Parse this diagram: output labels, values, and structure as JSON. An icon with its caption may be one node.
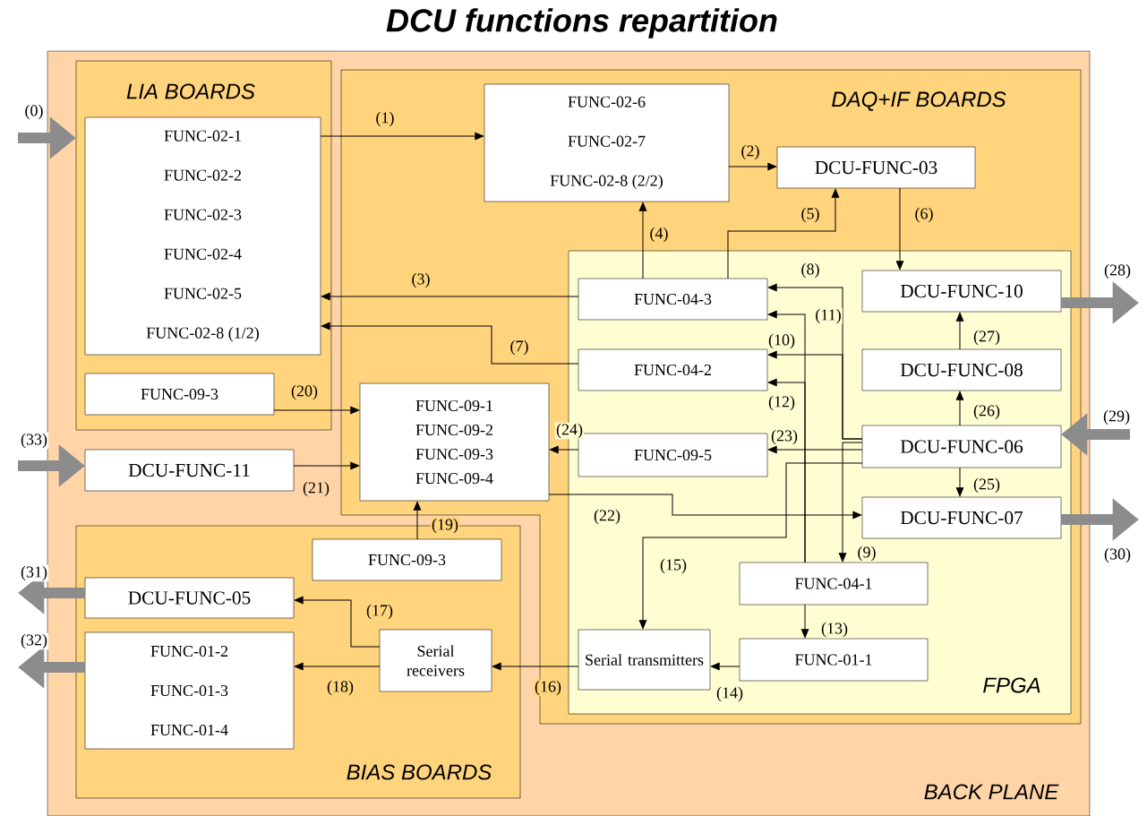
{
  "diagram": {
    "title": "DCU functions repartition",
    "nodes": [
      {
        "text": [
          "BACK PLANE"
        ]
      },
      {
        "text": [
          "LIA BOARDS"
        ],
        "in": 0
      },
      {
        "text": [
          "FUNC-02-1",
          "FUNC-02-2",
          "FUNC-02-3",
          "FUNC-02-4",
          "FUNC-02-5",
          "FUNC-02-8 (1/2)"
        ],
        "in": 1
      },
      {
        "text": [
          "FUNC-09-3"
        ],
        "in": 1
      },
      {
        "text": [
          "DAQ+IF BOARDS"
        ],
        "in": 0
      },
      {
        "text": [
          "FUNC-02-6",
          "FUNC-02-7",
          "FUNC-02-8 (2/2)"
        ],
        "in": 4
      },
      {
        "text": [
          "DCU-FUNC-03"
        ],
        "in": 4
      },
      {
        "text": [
          "FPGA"
        ],
        "in": 4
      },
      {
        "text": [
          "FUNC-04-3"
        ],
        "in": 7
      },
      {
        "text": [
          "DCU-FUNC-10"
        ],
        "in": 7
      },
      {
        "text": [
          "FUNC-04-2"
        ],
        "in": 7
      },
      {
        "text": [
          "DCU-FUNC-08"
        ],
        "in": 7
      },
      {
        "text": [
          "FUNC-09-1",
          "FUNC-09-2",
          "FUNC-09-3",
          "FUNC-09-4"
        ],
        "in": 4
      },
      {
        "text": [
          "FUNC-09-5"
        ],
        "in": 7
      },
      {
        "text": [
          "DCU-FUNC-06"
        ],
        "in": 7
      },
      {
        "text": [
          "DCU-FUNC-11"
        ],
        "in": 0
      },
      {
        "text": [
          "DCU-FUNC-07"
        ],
        "in": 7
      },
      {
        "text": [
          "BIAS BOARDS"
        ],
        "in": 0
      },
      {
        "text": [
          "FUNC-09-3"
        ],
        "in": 17
      },
      {
        "text": [
          "FUNC-04-1"
        ],
        "in": 7
      },
      {
        "text": [
          "DCU-FUNC-05"
        ],
        "in": 17
      },
      {
        "text": [
          "Serial receivers"
        ],
        "in": 17
      },
      {
        "text": [
          "FUNC-01-2",
          "FUNC-01-3",
          "FUNC-01-4"
        ],
        "in": 17
      },
      {
        "text": [
          "Serial transmitters"
        ],
        "in": 7
      },
      {
        "text": [
          "FUNC-01-1"
        ],
        "in": 7
      }
    ],
    "edges": [
      {
        "from": null,
        "to": 1,
        "arrow": "to",
        "label": "(0)",
        "style": "thick",
        "color": "#8c8c8c"
      },
      {
        "from": 2,
        "to": 5,
        "arrow": "to",
        "label": "(1)"
      },
      {
        "from": 5,
        "to": 6,
        "arrow": "to",
        "label": "(2)"
      },
      {
        "from": 8,
        "to": 2,
        "arrow": "to",
        "label": "(3)"
      },
      {
        "from": 8,
        "to": 5,
        "arrow": "to",
        "label": "(4)"
      },
      {
        "from": 8,
        "to": 6,
        "arrow": "to",
        "label": "(5)"
      },
      {
        "from": 6,
        "to": 9,
        "arrow": "to",
        "label": "(6)"
      },
      {
        "from": 10,
        "to": 2,
        "arrow": "to",
        "label": "(7)"
      },
      {
        "from": 14,
        "to": 8,
        "arrow": "to",
        "label": "(8)"
      },
      {
        "from": 14,
        "to": 19,
        "arrow": "to",
        "label": "(9)"
      },
      {
        "from": 14,
        "to": 10,
        "arrow": "to",
        "label": "(10)"
      },
      {
        "from": 19,
        "to": 8,
        "arrow": "to",
        "label": "(11)"
      },
      {
        "from": 19,
        "to": 10,
        "arrow": "to",
        "label": "(12)"
      },
      {
        "from": 19,
        "to": 24,
        "arrow": "to",
        "label": "(13)"
      },
      {
        "from": 24,
        "to": 23,
        "arrow": "to",
        "label": "(14)"
      },
      {
        "from": 14,
        "to": 23,
        "arrow": "to",
        "label": "(15)"
      },
      {
        "from": 23,
        "to": 21,
        "arrow": "to",
        "label": "(16)"
      },
      {
        "from": 21,
        "to": 20,
        "arrow": "to",
        "label": "(17)"
      },
      {
        "from": 21,
        "to": 22,
        "arrow": "to",
        "label": "(18)"
      },
      {
        "from": 18,
        "to": 12,
        "arrow": "to",
        "label": "(19)"
      },
      {
        "from": 3,
        "to": 12,
        "arrow": "to",
        "label": "(20)"
      },
      {
        "from": 15,
        "to": 12,
        "arrow": "to",
        "label": "(21)"
      },
      {
        "from": 12,
        "to": 16,
        "arrow": "to",
        "label": "(22)"
      },
      {
        "from": 14,
        "to": 13,
        "arrow": "to",
        "label": "(23)"
      },
      {
        "from": 13,
        "to": 12,
        "arrow": "to",
        "label": "(24)"
      },
      {
        "from": 14,
        "to": 16,
        "arrow": "to",
        "label": "(25)"
      },
      {
        "from": 14,
        "to": 11,
        "arrow": "to",
        "label": "(26)"
      },
      {
        "from": 11,
        "to": 9,
        "arrow": "to",
        "label": "(27)"
      },
      {
        "from": 9,
        "to": null,
        "arrow": "to",
        "label": "(28)",
        "style": "thick",
        "color": "#8c8c8c"
      },
      {
        "from": null,
        "to": 14,
        "arrow": "to",
        "label": "(29)",
        "style": "thick",
        "color": "#8c8c8c"
      },
      {
        "from": 16,
        "to": null,
        "arrow": "to",
        "label": "(30)",
        "style": "thick",
        "color": "#8c8c8c"
      },
      {
        "from": 20,
        "to": null,
        "arrow": "to",
        "label": "(31)",
        "style": "thick",
        "color": "#8c8c8c"
      },
      {
        "from": 22,
        "to": null,
        "arrow": "to",
        "label": "(32)",
        "style": "thick",
        "color": "#8c8c8c"
      },
      {
        "from": null,
        "to": 15,
        "arrow": "to",
        "label": "(33)",
        "style": "thick",
        "color": "#8c8c8c"
      }
    ]
  }
}
